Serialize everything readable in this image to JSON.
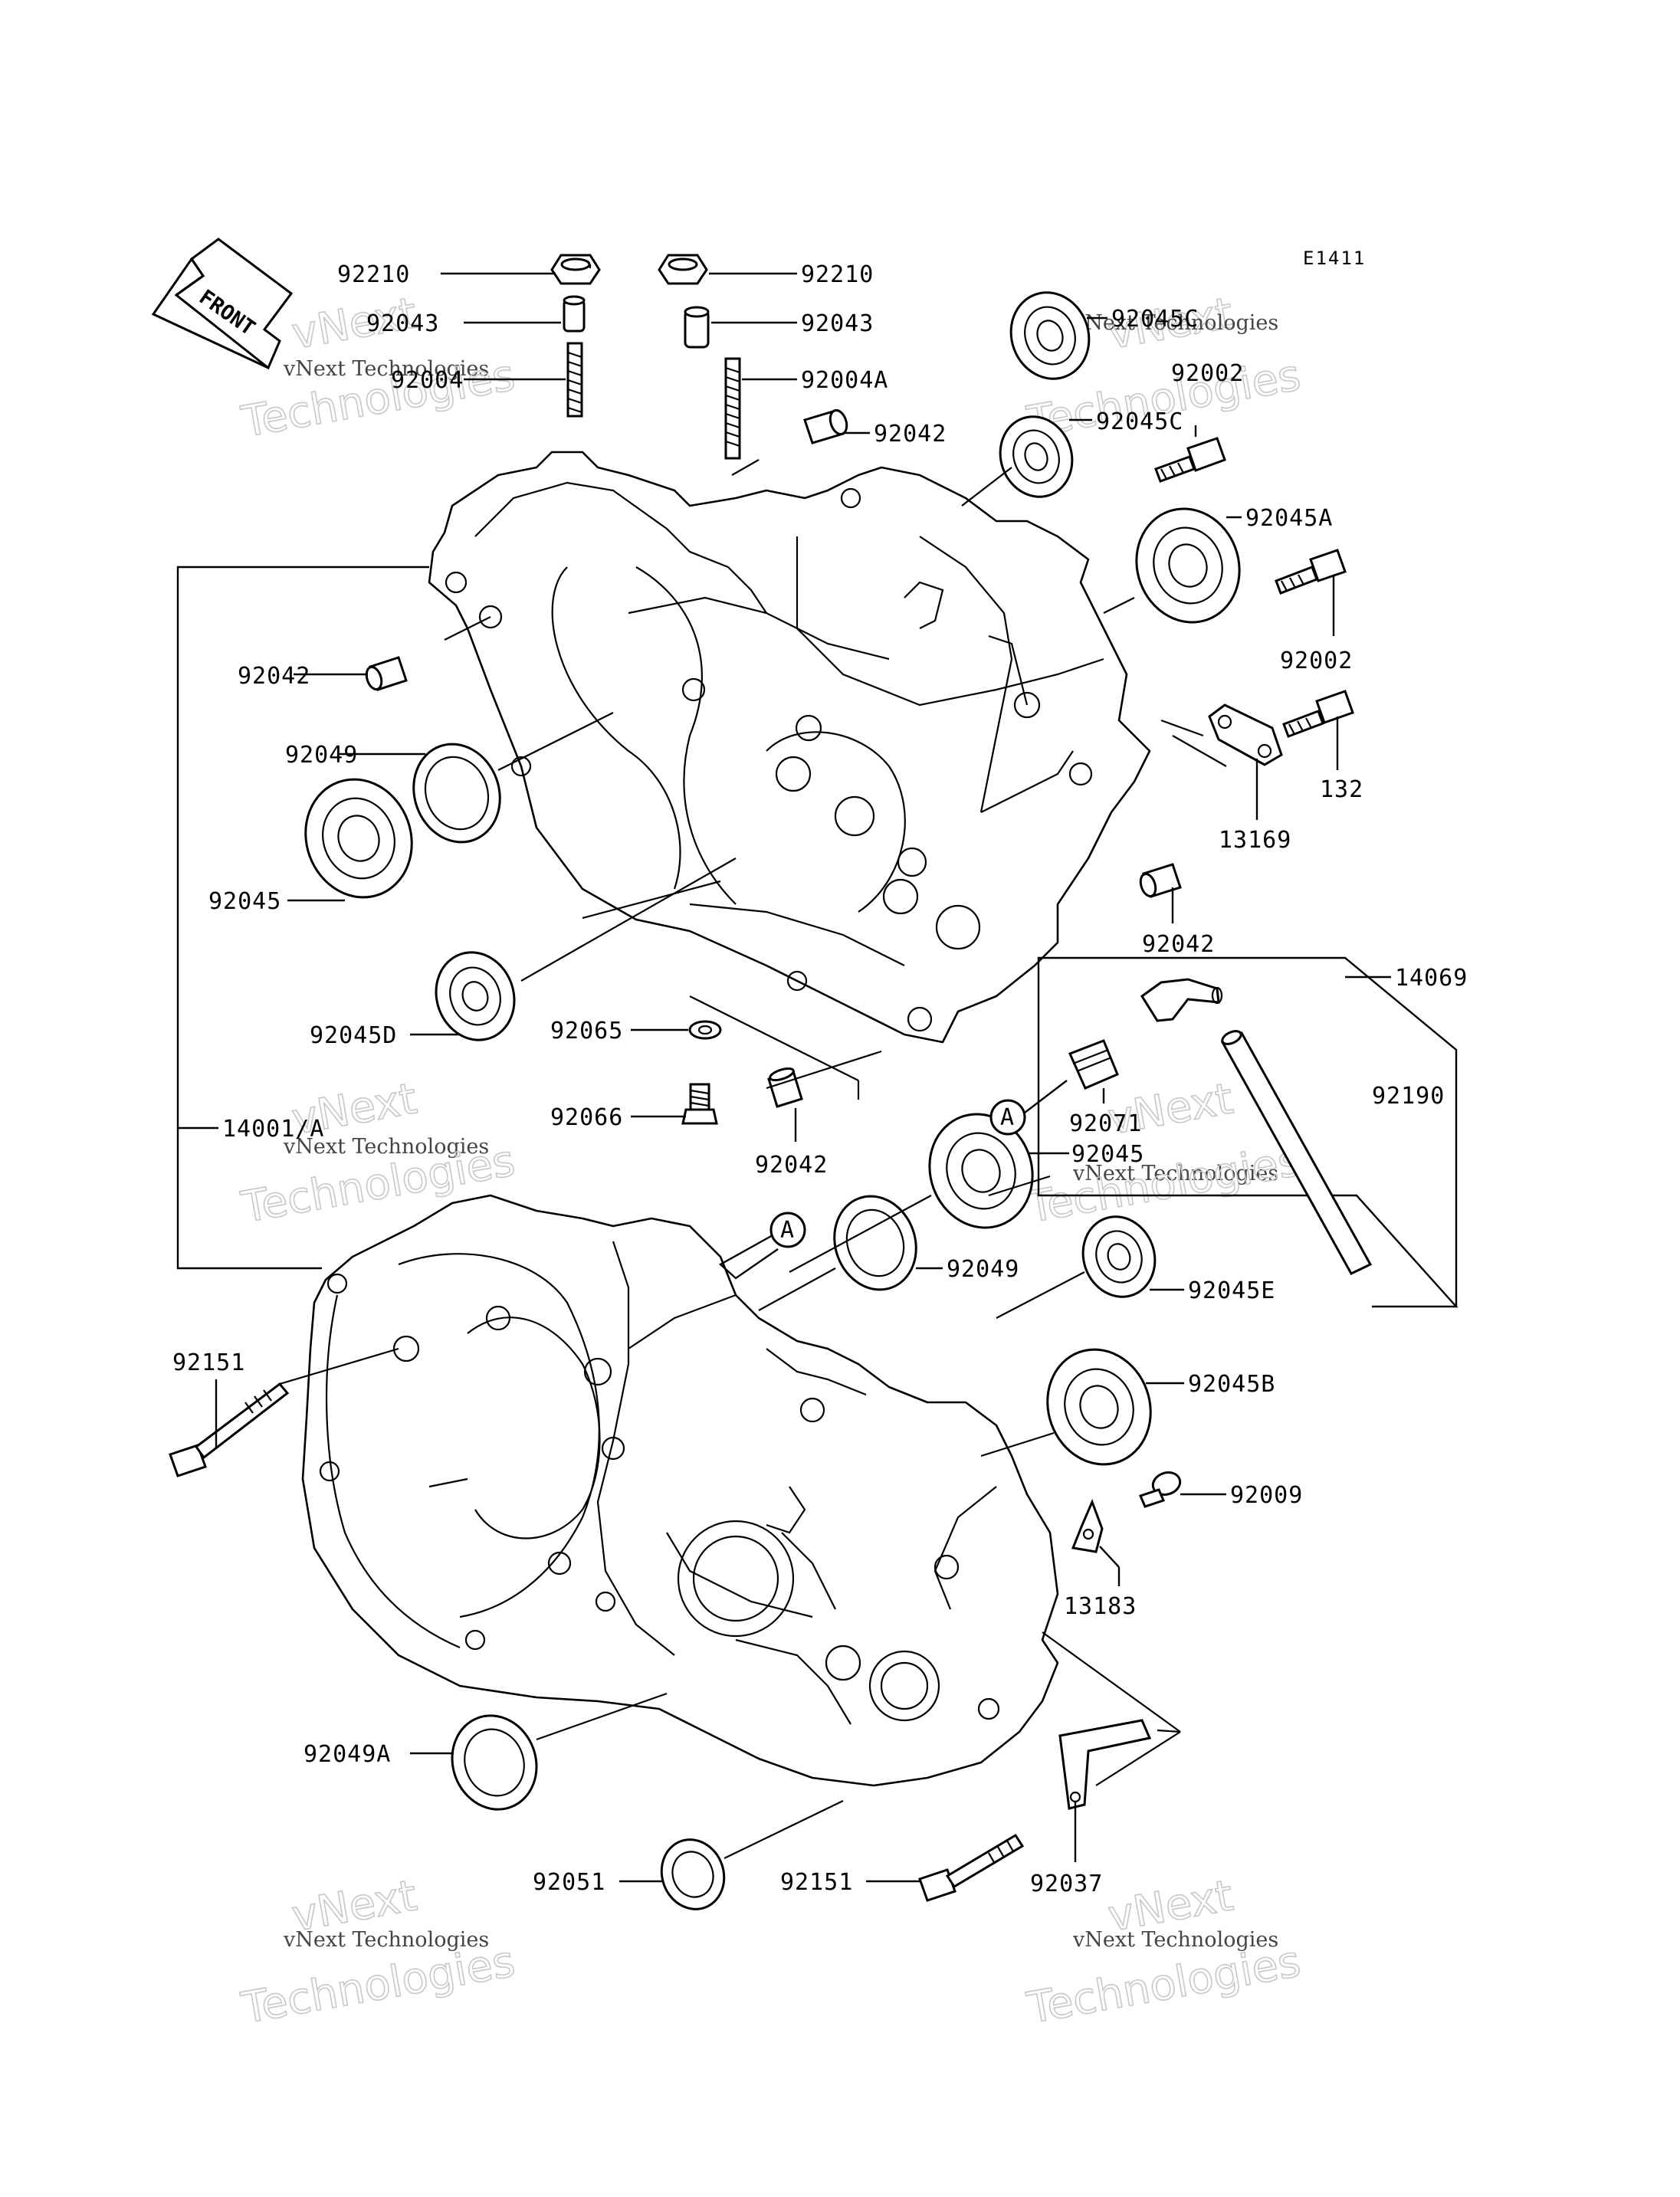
{
  "diagram_code": "E1411",
  "front_label": "FRONT",
  "labels": {
    "l_92210_left": "92210",
    "l_92210_right": "92210",
    "l_92043_left": "92043",
    "l_92043_right": "92043",
    "l_92004": "92004",
    "l_92004A": "92004A",
    "l_92042_top": "92042",
    "l_92045C_top": "92045C",
    "l_92045C_mid": "92045C",
    "l_92002_top": "92002",
    "l_92045A": "92045A",
    "l_92002_mid": "92002",
    "l_132": "132",
    "l_13169": "13169",
    "l_92042_left": "92042",
    "l_92049_top": "92049",
    "l_92045_left": "92045",
    "l_92042_right": "92042",
    "l_14069": "14069",
    "l_92045D": "92045D",
    "l_92065": "92065",
    "l_92066": "92066",
    "l_92042_center": "92042",
    "l_92071": "92071",
    "l_92190": "92190",
    "l_92045_center": "92045",
    "l_14001A": "14001/A",
    "l_92049_center": "92049",
    "l_92045E": "92045E",
    "l_92151_left": "92151",
    "l_92045B": "92045B",
    "l_92009": "92009",
    "l_13183": "13183",
    "l_92049A": "92049A",
    "l_92051": "92051",
    "l_92151_bottom": "92151",
    "l_92037": "92037",
    "ref_A1": "A",
    "ref_A2": "A"
  },
  "watermark": {
    "line1": "vNext",
    "line2": "vNext Technologies",
    "line3": "Technologies"
  }
}
